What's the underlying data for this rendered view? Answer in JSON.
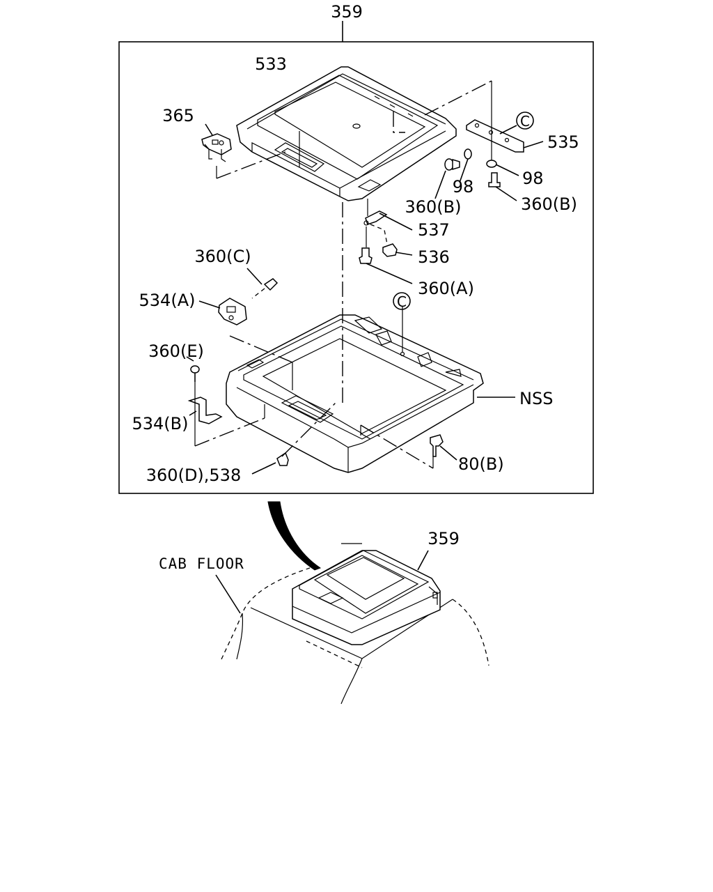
{
  "labels": {
    "assembly_top": "359",
    "assembly_bottom": "359",
    "cover": "533",
    "switch": "365",
    "bracket_c": "535",
    "washer_1": "98",
    "washer_2": "98",
    "screw_b1": "360(B)",
    "screw_b2": "360(B)",
    "plate": "537",
    "clip": "536",
    "screw_a": "360(A)",
    "screw_c": "360(C)",
    "latch_a": "534(A)",
    "screw_e": "360(E)",
    "bracket_b": "534(B)",
    "screw_d": "360(D),538",
    "bolt": "80(B)",
    "nss": "NSS",
    "cab_floor": "CAB FLOOR",
    "ref_c1": "C",
    "ref_c2": "C"
  }
}
